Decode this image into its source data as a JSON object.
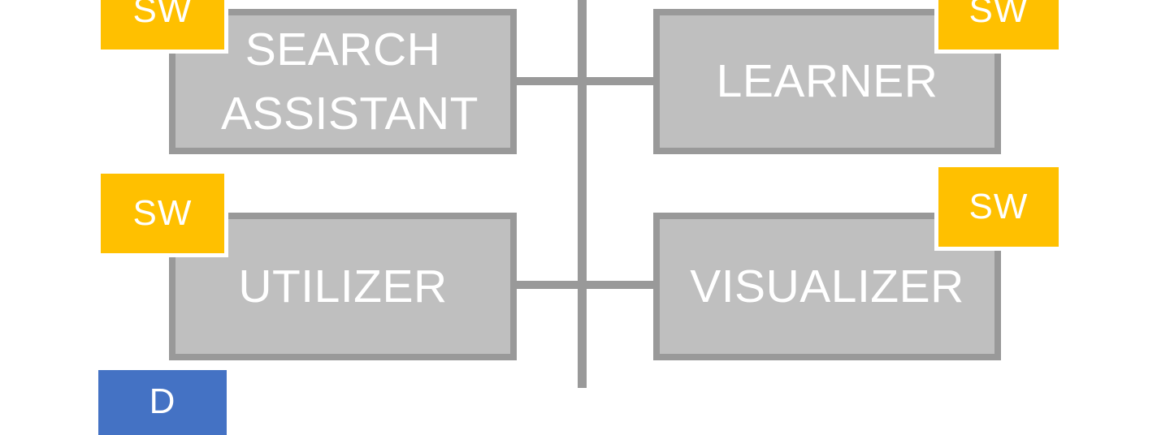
{
  "diagram": {
    "modules": [
      {
        "id": "search-assistant",
        "label": "SEARCH ASSISTANT",
        "tag": "SW"
      },
      {
        "id": "learner",
        "label": "LEARNER",
        "tag": "SW"
      },
      {
        "id": "utilizer",
        "label": "UTILIZER",
        "tag": "SW"
      },
      {
        "id": "visualizer",
        "label": "VISUALIZER",
        "tag": "SW"
      }
    ],
    "partial_tag": {
      "text": "D"
    }
  },
  "colors": {
    "box_fill": "#bfbfbf",
    "box_border": "#999999",
    "connector": "#999999",
    "sw_tag": "#ffc000",
    "blue_tag": "#4472c4",
    "label_text": "#ffffff"
  }
}
